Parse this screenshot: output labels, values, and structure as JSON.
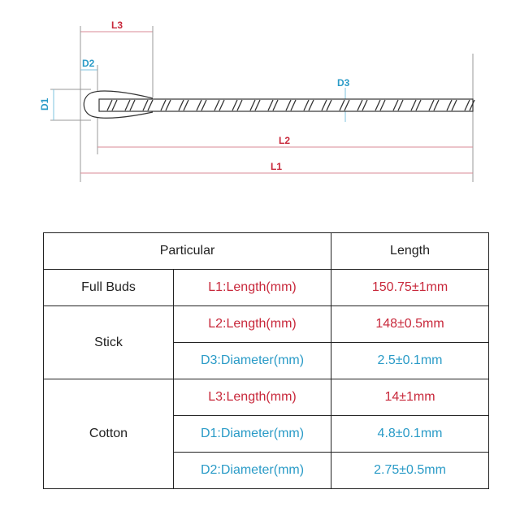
{
  "colors": {
    "red": "#c8283b",
    "blue": "#2a9bc7",
    "line": "#333333",
    "dim": "#d98a94"
  },
  "diagram": {
    "labels": {
      "l1": "L1",
      "l2": "L2",
      "l3": "L3",
      "d1": "D1",
      "d2": "D2",
      "d3": "D3"
    }
  },
  "table": {
    "headers": {
      "particular": "Particular",
      "length": "Length"
    },
    "groups": [
      {
        "category": "Full Buds",
        "rows": [
          {
            "param": "L1:Length(mm)",
            "value": "150.75±1mm",
            "color": "red"
          }
        ]
      },
      {
        "category": "Stick",
        "rows": [
          {
            "param": "L2:Length(mm)",
            "value": "148±0.5mm",
            "color": "red"
          },
          {
            "param": "D3:Diameter(mm)",
            "value": "2.5±0.1mm",
            "color": "blue"
          }
        ]
      },
      {
        "category": "Cotton",
        "rows": [
          {
            "param": "L3:Length(mm)",
            "value": "14±1mm",
            "color": "red"
          },
          {
            "param": "D1:Diameter(mm)",
            "value": "4.8±0.1mm",
            "color": "blue"
          },
          {
            "param": "D2:Diameter(mm)",
            "value": "2.75±0.5mm",
            "color": "blue"
          }
        ]
      }
    ]
  }
}
